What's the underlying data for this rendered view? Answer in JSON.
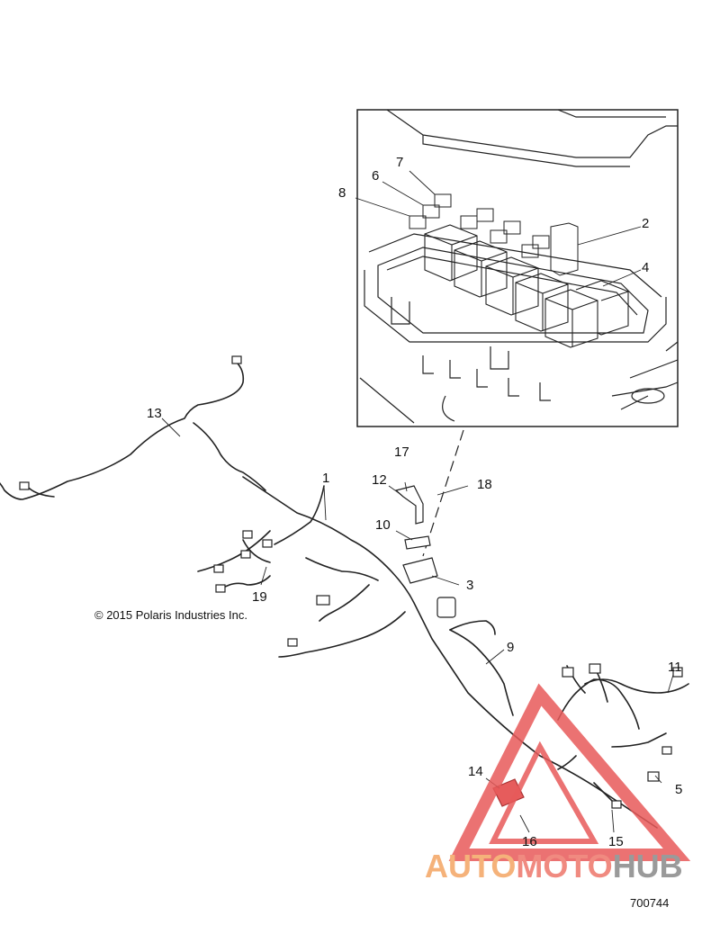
{
  "callouts": [
    "1",
    "2",
    "3",
    "4",
    "5",
    "6",
    "7",
    "8",
    "9",
    "10",
    "11",
    "12",
    "13",
    "14",
    "15",
    "16",
    "17",
    "18",
    "19"
  ],
  "copyright": "© 2015 Polaris Industries Inc.",
  "part_number": "700744",
  "watermark": {
    "part1": "AUTO",
    "part2": "MOTO",
    "part3": "HUB"
  },
  "colors": {
    "line": "#222222",
    "watermark_red": "#e85a5a",
    "watermark_orange": "#f5b27a",
    "watermark_gray": "#9a9a9a"
  }
}
